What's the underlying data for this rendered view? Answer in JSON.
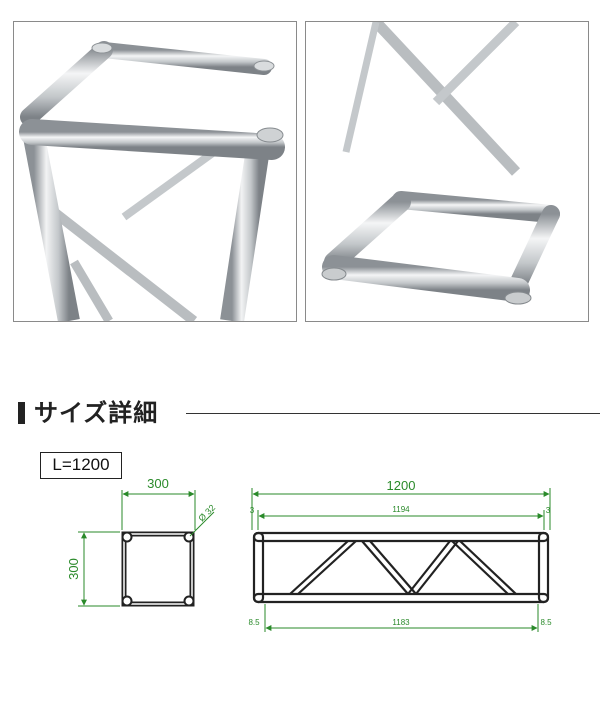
{
  "section": {
    "title": "サイズ詳細"
  },
  "length_label": "L=1200",
  "cross_section": {
    "width": "300",
    "height": "300",
    "tube_diameter": "Ø 32"
  },
  "side_view": {
    "overall_length": "1200",
    "inner_length": "1194",
    "left_offset": "3",
    "right_offset": "3",
    "bottom_length": "1183",
    "bottom_left_offset": "8.5",
    "bottom_right_offset": "8.5"
  },
  "colors": {
    "dimension": "#2a8a2a",
    "outline": "#222222",
    "tube": "#c8cacc"
  }
}
